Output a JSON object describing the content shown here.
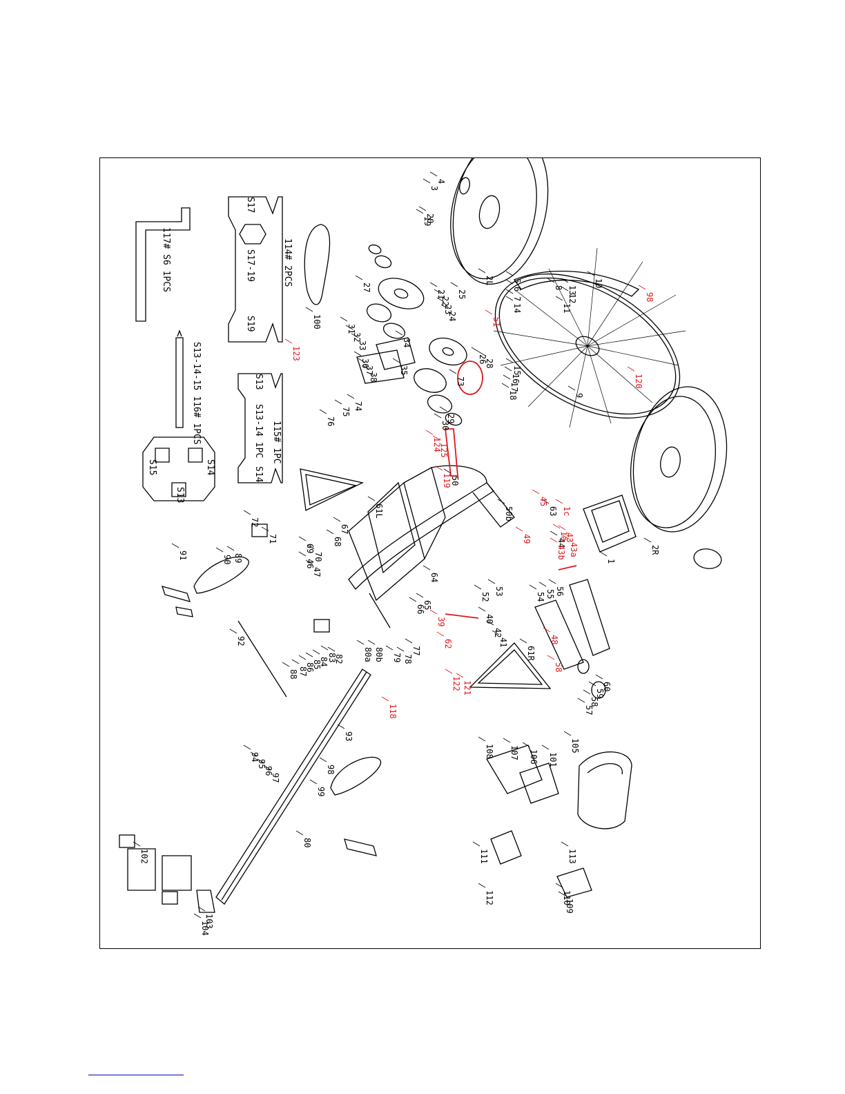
{
  "colors": {
    "ink": "#000000",
    "highlight": "#e0161a",
    "link": "#0000cc"
  },
  "tools": {
    "hex_key": "117# S6 1PCS",
    "wrench_large": {
      "label": "114# 2PCS",
      "size_left": "S17",
      "size_mid": "S17-19",
      "size_right": "S19"
    },
    "screwdriver": "S13-14-15 116# 1PCS",
    "wrench_small": {
      "label": "115# 1PC",
      "size_left": "S13",
      "size_mid": "S13-14 1PC",
      "size_right": "S14"
    },
    "tri_wrench": {
      "a": "S15",
      "b": "S14",
      "c": "S13"
    }
  },
  "labels": {
    "black": [
      "1",
      "2L",
      "2R",
      "3",
      "4",
      "5",
      "6",
      "7",
      "8",
      "9",
      "10",
      "11",
      "12",
      "13",
      "14",
      "15",
      "16",
      "17",
      "18",
      "19",
      "20",
      "21",
      "22",
      "23",
      "24",
      "25",
      "26",
      "27",
      "28",
      "29",
      "30",
      "31",
      "32",
      "33",
      "34",
      "35",
      "36",
      "37",
      "38",
      "40",
      "41",
      "42",
      "44",
      "46",
      "47",
      "50",
      "50b",
      "52",
      "53",
      "54",
      "55",
      "56",
      "57",
      "58",
      "59",
      "60",
      "61L",
      "61R",
      "63",
      "64",
      "65",
      "66",
      "67",
      "68",
      "69",
      "70",
      "71",
      "72",
      "73",
      "74",
      "75",
      "76",
      "77",
      "78",
      "79",
      "80",
      "80a",
      "80b",
      "82",
      "83",
      "84",
      "85",
      "86",
      "87",
      "88",
      "89",
      "90",
      "91",
      "92",
      "93",
      "94",
      "95",
      "96",
      "97",
      "98",
      "99",
      "100",
      "101",
      "102",
      "103",
      "104",
      "105",
      "106",
      "107",
      "108",
      "109",
      "110",
      "111",
      "112",
      "113"
    ],
    "red": [
      "1a",
      "1c",
      "39",
      "43",
      "43a",
      "43b",
      "45",
      "48",
      "49",
      "51",
      "58",
      "62",
      "98",
      "118",
      "119",
      "120",
      "121",
      "122",
      "123",
      "124",
      "125"
    ]
  }
}
